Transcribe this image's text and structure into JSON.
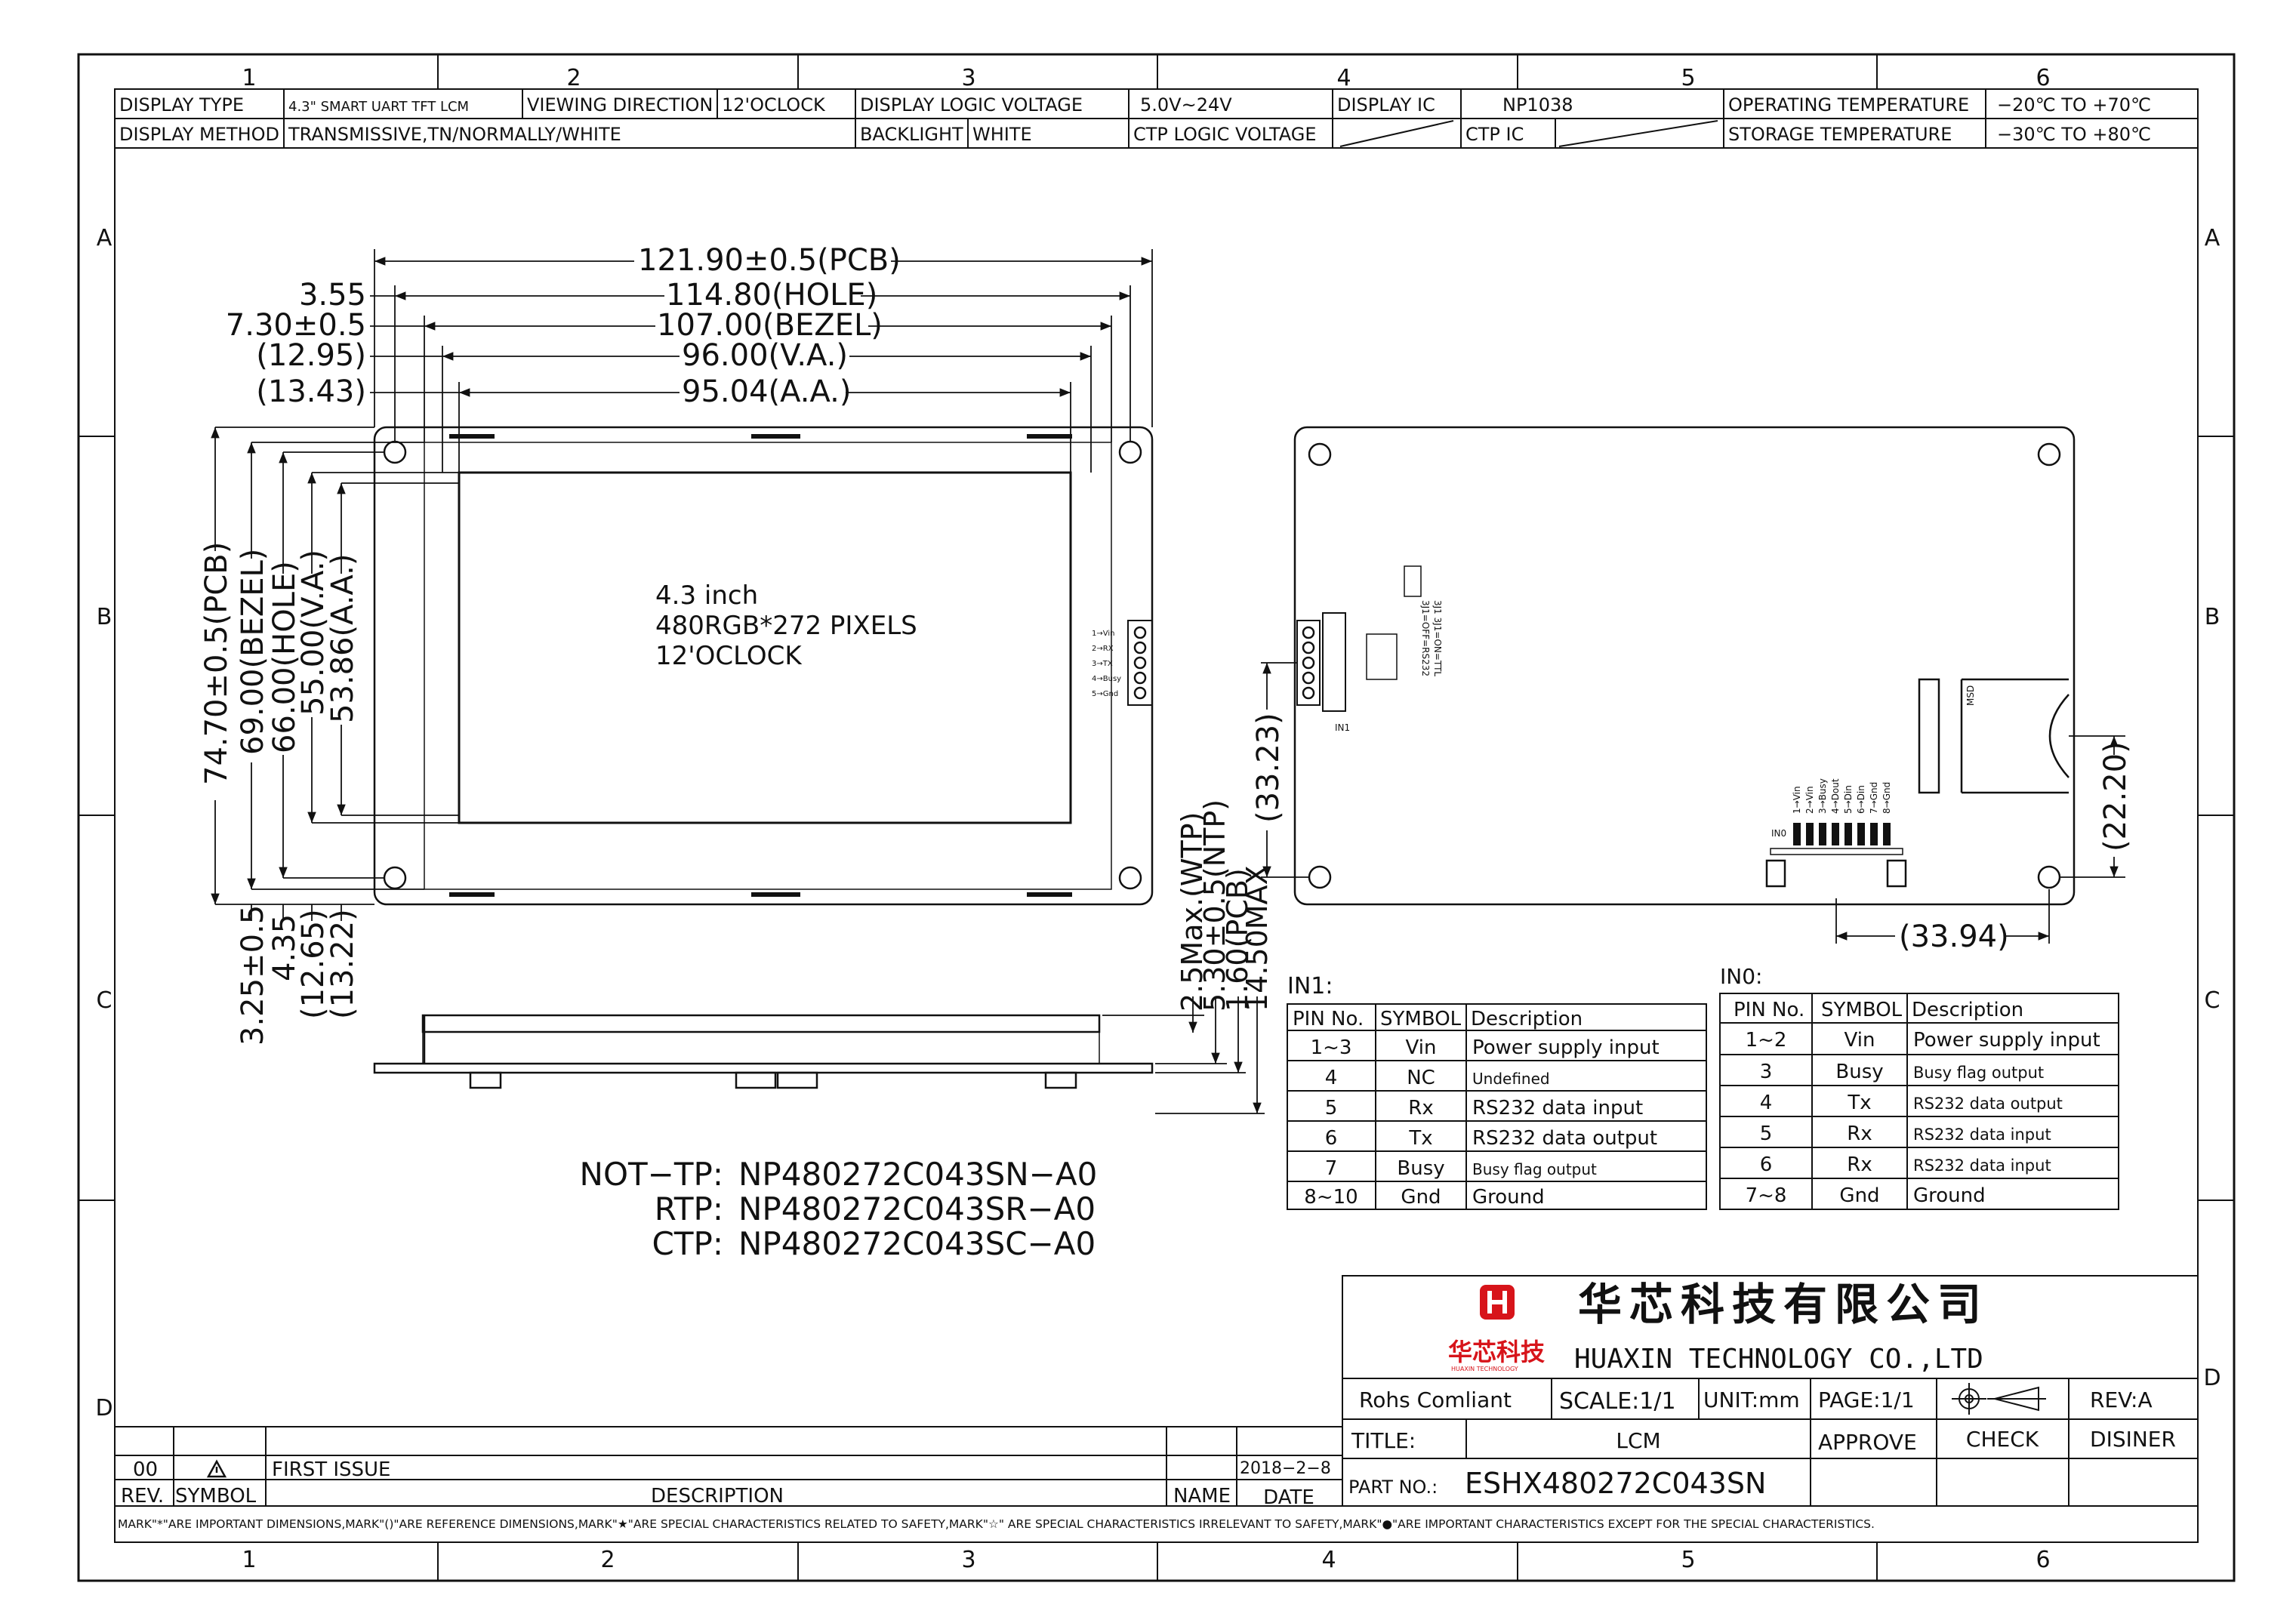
{
  "header": {
    "row1": [
      {
        "label": "DISPLAY TYPE",
        "value": "4.3\" SMART UART TFT LCM"
      },
      {
        "label": "VIEWING DIRECTION",
        "value": "12'OCLOCK"
      },
      {
        "label": "DISPLAY LOGIC VOLTAGE",
        "value": "5.0V~24V"
      },
      {
        "label": "DISPLAY IC",
        "value": "NP1038"
      },
      {
        "label": "OPERATING TEMPERATURE",
        "value": "−20℃ TO +70℃"
      }
    ],
    "row2": [
      {
        "label": "DISPLAY METHOD",
        "value": "TRANSMISSIVE,TN/NORMALLY/WHITE"
      },
      {
        "label": "BACKLIGHT",
        "value": "WHITE"
      },
      {
        "label": "CTP LOGIC VOLTAGE",
        "value": ""
      },
      {
        "label": "CTP IC",
        "value": ""
      },
      {
        "label": "STORAGE TEMPERATURE",
        "value": "−30℃ TO +80℃"
      }
    ]
  },
  "grid": {
    "columns": [
      "1",
      "2",
      "3",
      "4",
      "5",
      "6"
    ],
    "rows": [
      "A",
      "B",
      "C",
      "D"
    ]
  },
  "front_view": {
    "panel_text": [
      "4.3 inch",
      "480RGB*272 PIXELS",
      "12'OCLOCK"
    ],
    "dims_h": {
      "pcb": "121.90±0.5(PCB)",
      "hole": "114.80(HOLE)",
      "bezel": "107.00(BEZEL)",
      "va": "96.00(V.A.)",
      "aa": "95.04(A.A.)",
      "off_hole": "3.55",
      "off_bezel": "7.30±0.5",
      "off_va": "(12.95)",
      "off_aa": "(13.43)"
    },
    "dims_v": {
      "pcb": "74.70±0.5(PCB)",
      "bezel": "69.00(BEZEL)",
      "hole": "66.00(HOLE)",
      "va": "55.00(V.A.)",
      "aa": "53.86(A.A.)",
      "off1": "3.25±0.5",
      "off2": "4.35",
      "off3": "(12.65)",
      "off4": "(13.22)"
    },
    "side_dims": [
      "2.5Max.(WTP)",
      "5.30±0.5(NTP)",
      "1.60(PCB)",
      "14.50MAX"
    ],
    "connector_pins": [
      "1→Vin",
      "2→RX",
      "3→TX",
      "4→Busy",
      "5→Gnd"
    ]
  },
  "back_view": {
    "dim_left": "(33.23)",
    "dim_right": "(22.20)",
    "dim_bottom": "(33.94)",
    "label_in1": "IN1",
    "label_in0": "IN0",
    "label_msd": "MSD",
    "jumper_labels": [
      "3J1 3J1=ON=TTL",
      "3J1=OFF=RS232"
    ],
    "in0_pins": [
      "1→Vin",
      "2→Vin",
      "3→Busy",
      "4→Dout",
      "5→Din",
      "6→Din",
      "7→Gnd",
      "8→Gnd"
    ]
  },
  "part_numbers": [
    {
      "type": "NOT−TP:",
      "pn": "NP480272C043SN−A0"
    },
    {
      "type": "RTP:",
      "pn": "NP480272C043SR−A0"
    },
    {
      "type": "CTP:",
      "pn": "NP480272C043SC−A0"
    }
  ],
  "in1_table": {
    "title": "IN1:",
    "headers": [
      "PIN No.",
      "SYMBOL",
      "Description"
    ],
    "rows": [
      [
        "1~3",
        "Vin",
        "Power supply input"
      ],
      [
        "4",
        "NC",
        "Undefined"
      ],
      [
        "5",
        "Rx",
        "RS232 data input"
      ],
      [
        "6",
        "Tx",
        "RS232 data output"
      ],
      [
        "7",
        "Busy",
        "Busy flag output"
      ],
      [
        "8~10",
        "Gnd",
        "Ground"
      ]
    ]
  },
  "in0_table": {
    "title": "IN0:",
    "headers": [
      "PIN No.",
      "SYMBOL",
      "Description"
    ],
    "rows": [
      [
        "1~2",
        "Vin",
        "Power supply input"
      ],
      [
        "3",
        "Busy",
        "Busy flag output"
      ],
      [
        "4",
        "Tx",
        "RS232 data output"
      ],
      [
        "5",
        "Rx",
        "RS232 data input"
      ],
      [
        "6",
        "Rx",
        "RS232 data input"
      ],
      [
        "7~8",
        "Gnd",
        "Ground"
      ]
    ]
  },
  "title_block": {
    "company_cn": "华芯科技有限公司",
    "company_en": "HUAXIN TECHNOLOGY CO.,LTD",
    "logo_text": "华芯科技",
    "logo_sub": "HUAXIN TECHNOLOGY",
    "rohs": "Rohs Comliant",
    "scale": "SCALE:1/1",
    "unit": "UNIT:mm",
    "page": "PAGE:1/1",
    "rev": "REV:A",
    "title_label": "TITLE:",
    "title_value": "LCM",
    "approve": "APPROVE",
    "check": "CHECK",
    "disiner": "DISINER",
    "part_no_label": "PART NO.:",
    "part_no": "ESHX480272C043SN"
  },
  "revision": {
    "rev": "00",
    "description": "FIRST ISSUE",
    "date": "2018−2−8",
    "headers": {
      "rev": "REV.",
      "symbol": "SYMBOL",
      "description": "DESCRIPTION",
      "name": "NAME",
      "date": "DATE"
    }
  },
  "footnote": "MARK\"*\"ARE IMPORTANT DIMENSIONS,MARK\"()\"ARE REFERENCE DIMENSIONS,MARK\"★\"ARE SPECIAL CHARACTERISTICS RELATED TO SAFETY,MARK\"☆\" ARE SPECIAL CHARACTERISTICS IRRELEVANT TO SAFETY,MARK\"●\"ARE IMPORTANT CHARACTERISTICS EXCEPT FOR THE SPECIAL CHARACTERISTICS."
}
